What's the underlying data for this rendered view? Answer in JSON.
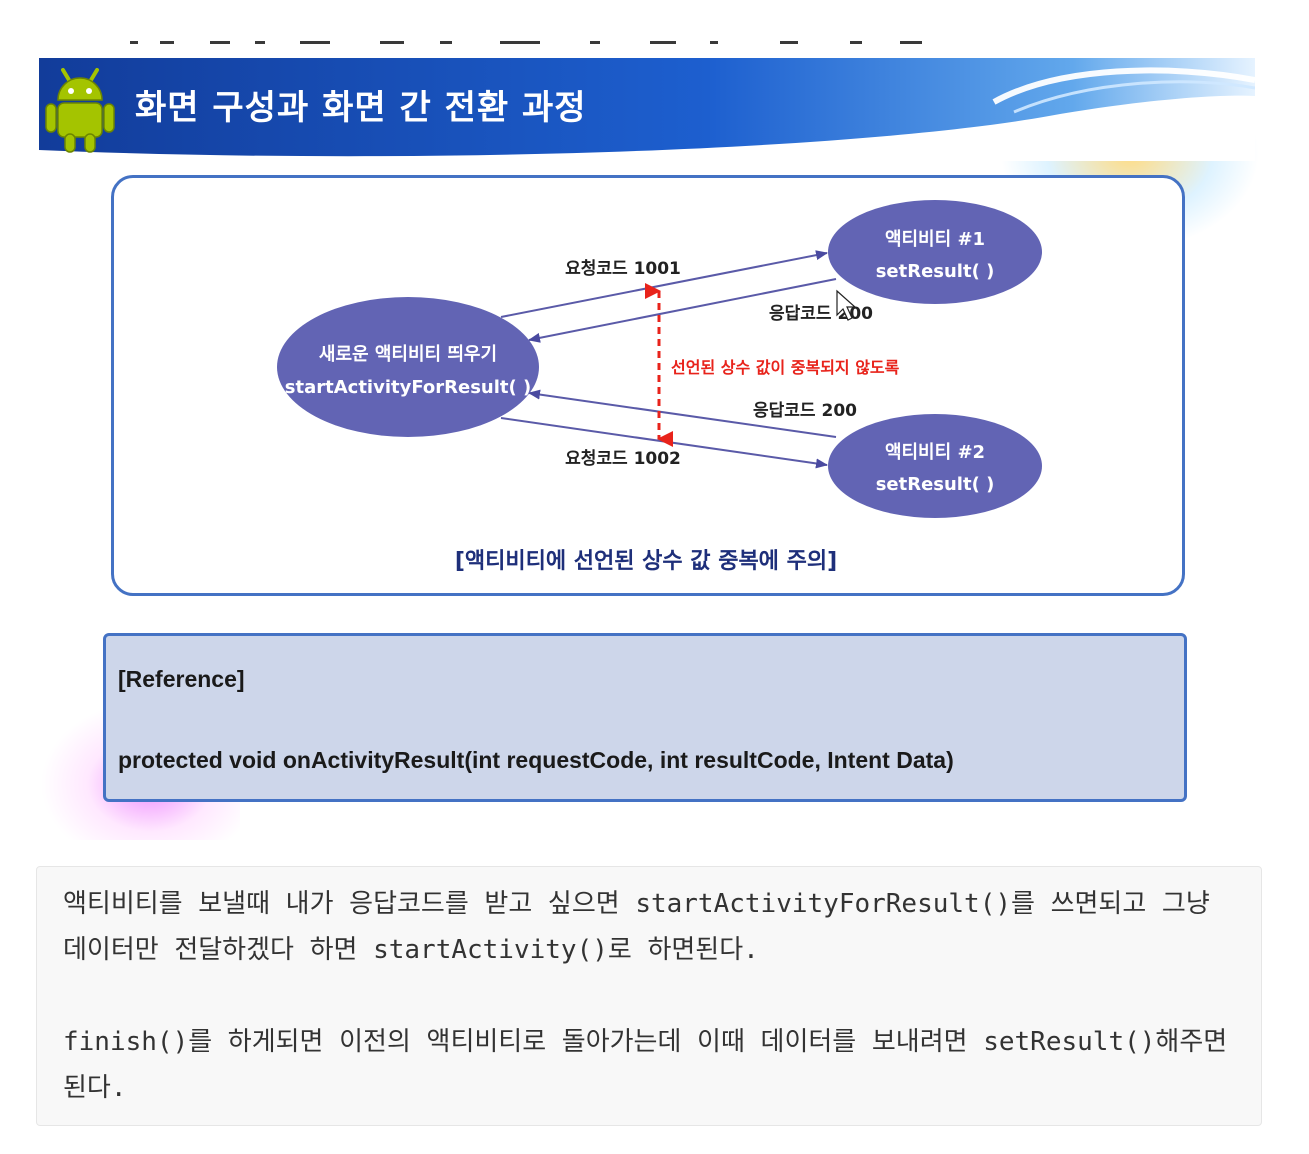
{
  "slide": {
    "title": "화면 구성과 화면 간 전환 과정",
    "logo_icon": "android-robot-icon"
  },
  "diagram": {
    "nodes": {
      "new_activity": {
        "line1": "새로운 액티비티 띄우기",
        "line2": "startActivityForResult( )"
      },
      "activity1": {
        "line1": "액티비티 #1",
        "line2": "setResult( )"
      },
      "activity2": {
        "line1": "액티비티 #2",
        "line2": "setResult( )"
      }
    },
    "edges": {
      "request1": "요청코드 1001",
      "response1": "응답코드 200",
      "response2": "응답코드 200",
      "request2": "요청코드 1002"
    },
    "warning": "선언된 상수 값이 중복되지 않도록",
    "caption": "[액티비티에 선언된 상수 값 중복에 주의]",
    "colors": {
      "node_fill": "#6264b4",
      "edge": "#5a5aa8",
      "warning": "#e8231b",
      "frame": "#4472c4"
    }
  },
  "reference": {
    "label": "[Reference]",
    "code": "protected void onActivityResult(int requestCode, int resultCode, Intent Data)"
  },
  "notes": {
    "p1": "액티비티를 보낼때 내가 응답코드를 받고 싶으면 startActivityForResult()를 쓰면되고 그냥 데이터만 전달하겠다 하면 startActivity()로 하면된다.",
    "p2": "finish()를 하게되면 이전의 액티비티로 돌아가는데 이때 데이터를 보내려면 setResult()해주면된다."
  }
}
